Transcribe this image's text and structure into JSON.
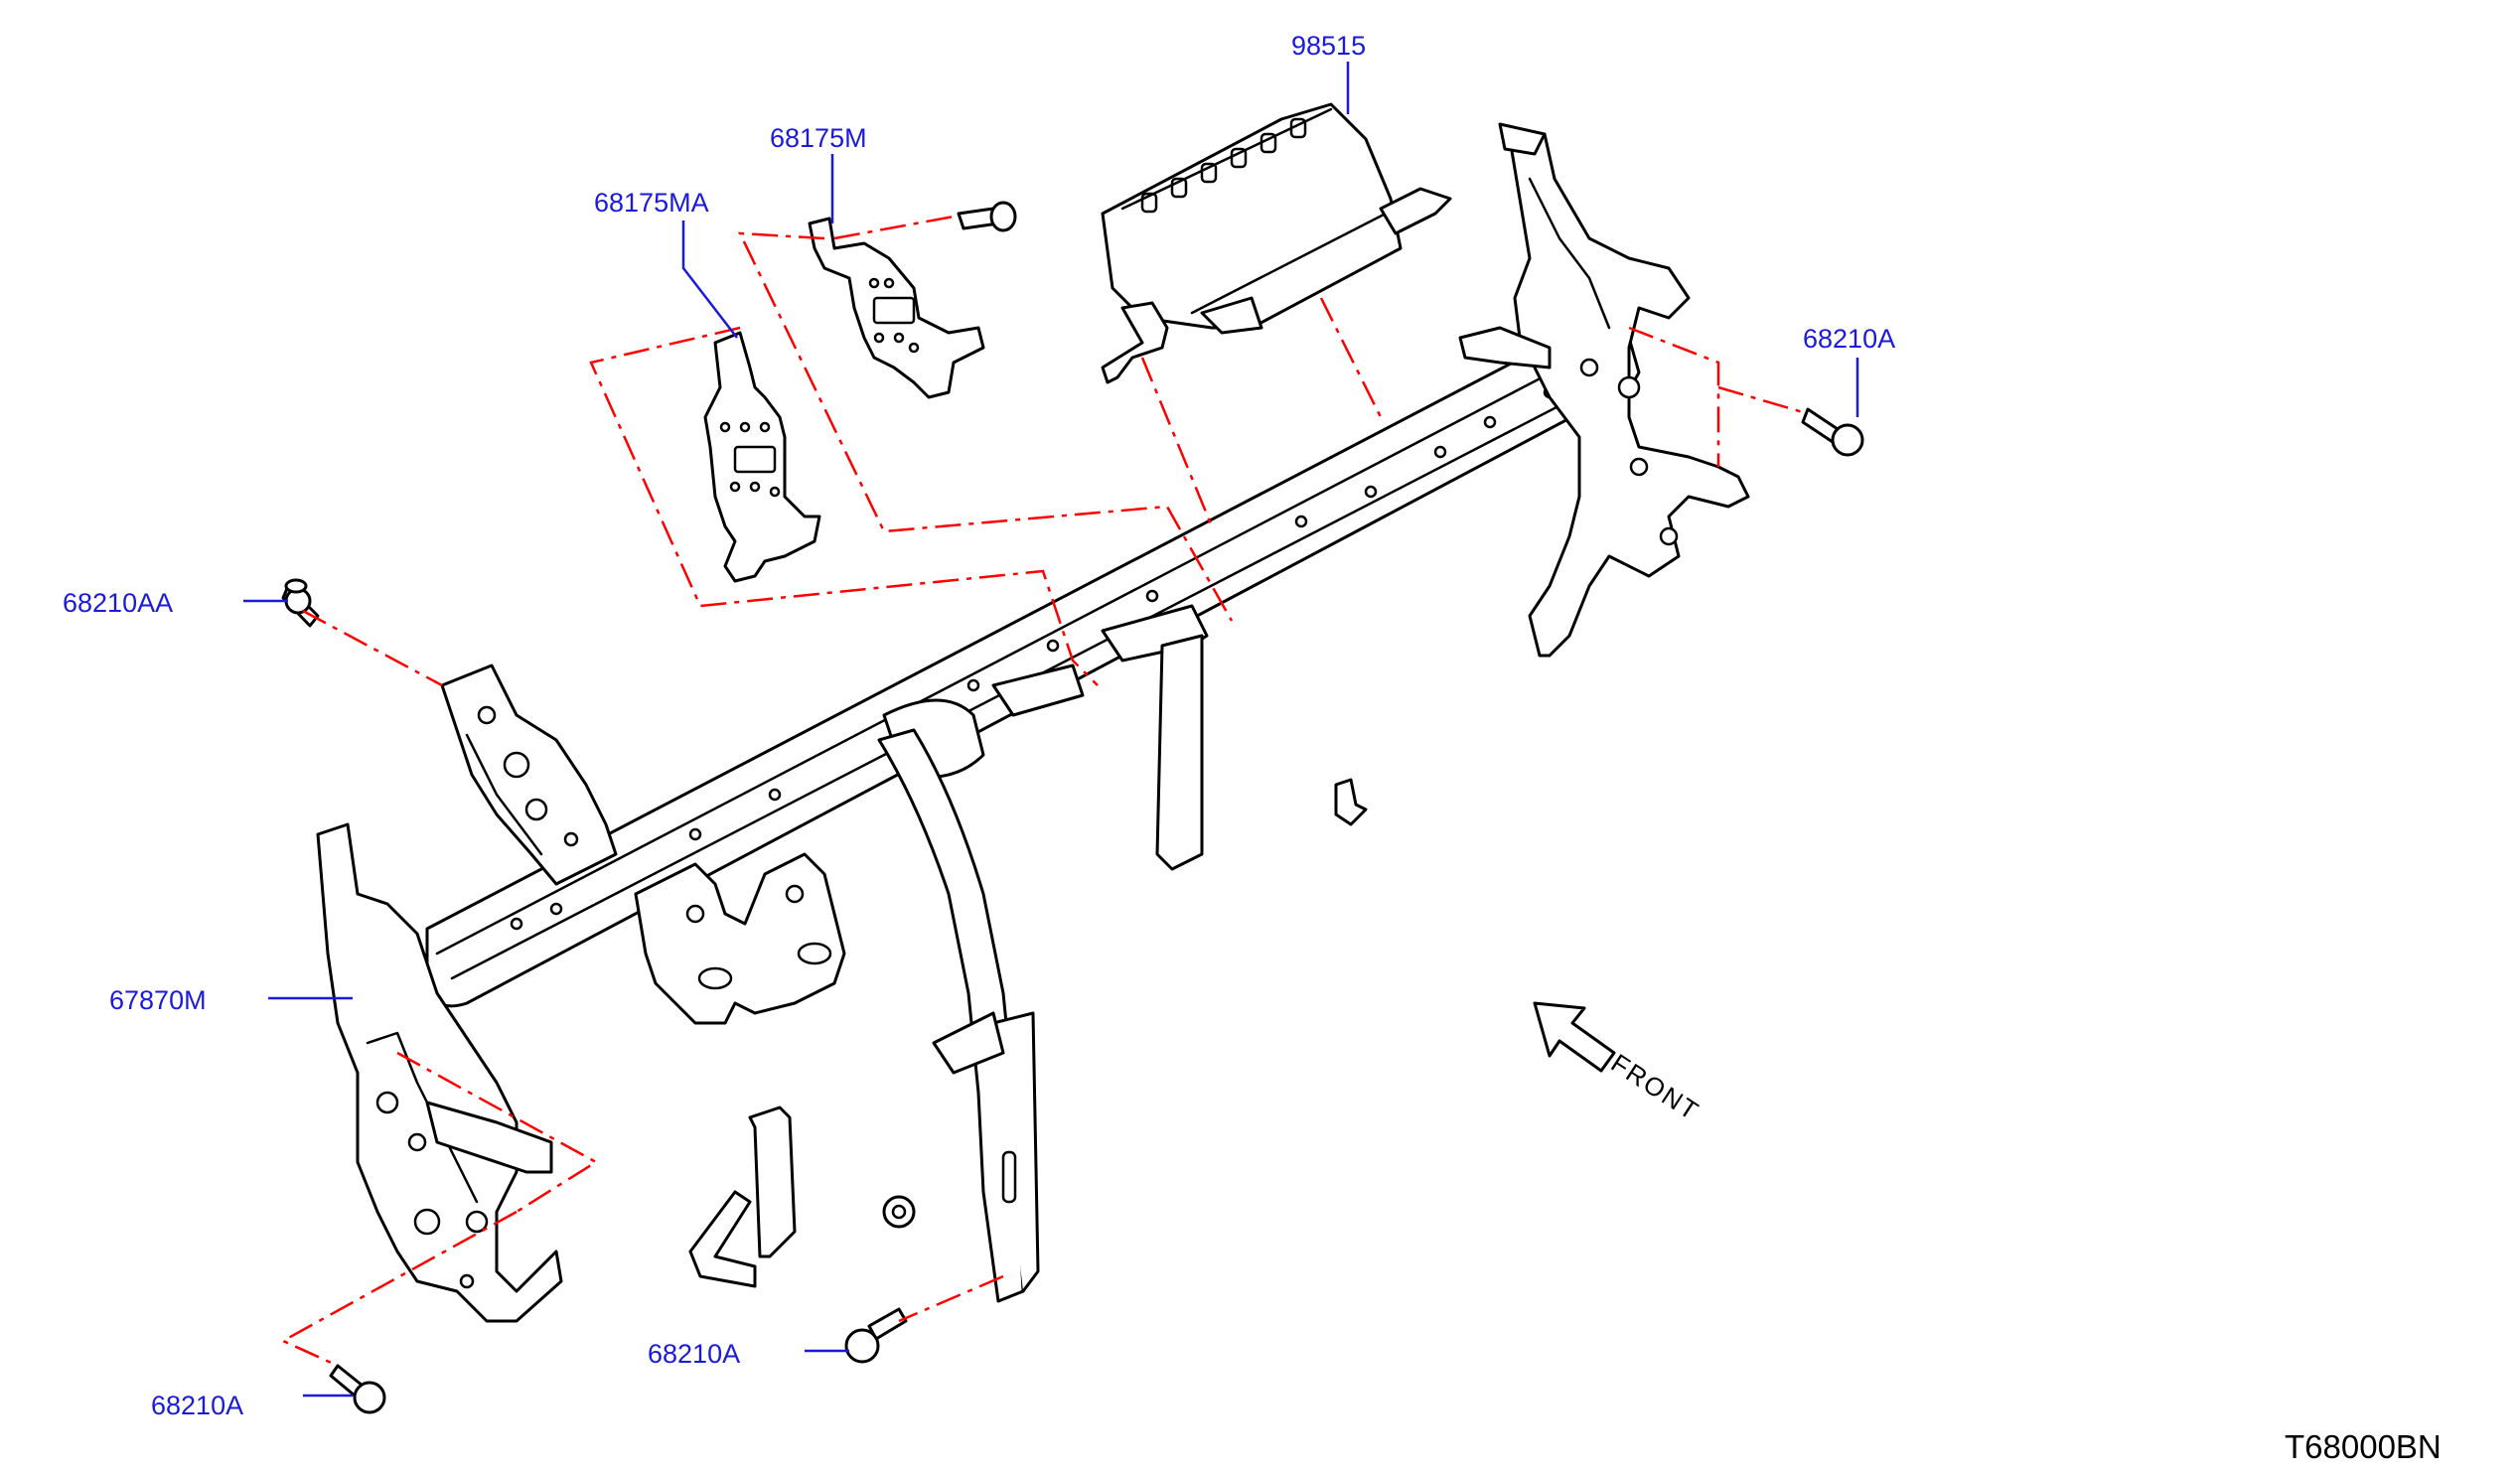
{
  "diagram": {
    "parts": [
      {
        "id": "98515",
        "label": "98515"
      },
      {
        "id": "68175M",
        "label": "68175M"
      },
      {
        "id": "68175MA",
        "label": "68175MA"
      },
      {
        "id": "68210A-right",
        "label": "68210A"
      },
      {
        "id": "68210AA",
        "label": "68210AA"
      },
      {
        "id": "67870M",
        "label": "67870M"
      },
      {
        "id": "68210A-center",
        "label": "68210A"
      },
      {
        "id": "68210A-bottom",
        "label": "68210A"
      }
    ],
    "direction_label": "FRONT",
    "drawing_code": "T68000BN",
    "colors": {
      "label": "#1a1adc",
      "dashed_line": "#ff0000",
      "outline": "#000000"
    },
    "icons": [
      "front-arrow-icon",
      "bolt-icon",
      "screw-icon",
      "nut-icon",
      "clip-icon"
    ]
  }
}
